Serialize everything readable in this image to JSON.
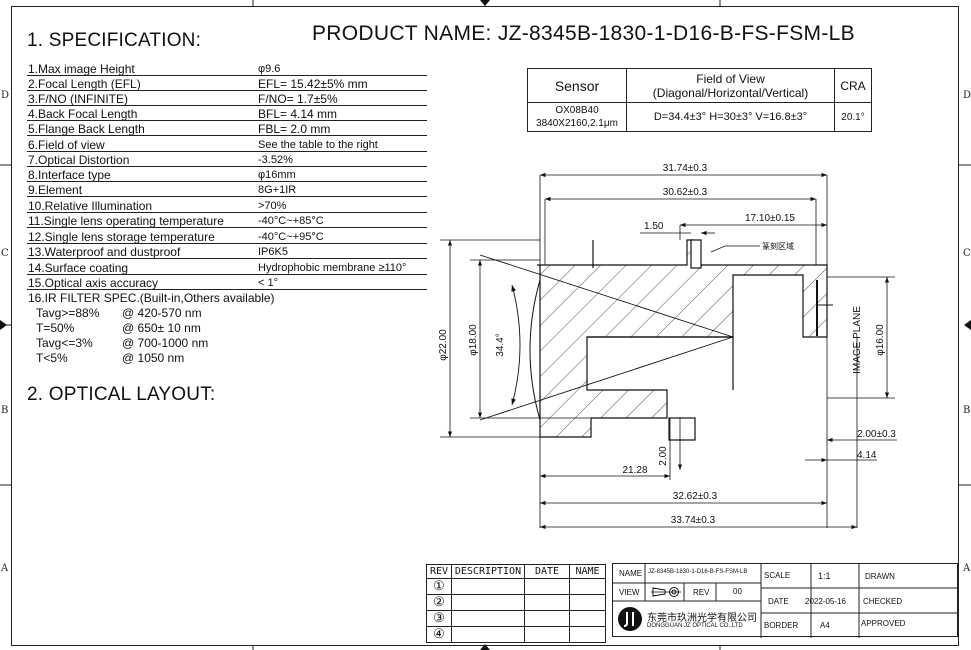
{
  "title": "PRODUCT NAME: JZ-8345B-1830-1-D16-B-FS-FSM-LB",
  "section1": "1. SPECIFICATION:",
  "section2": "2. OPTICAL LAYOUT:",
  "zones": {
    "d": "D",
    "c": "C",
    "b": "B",
    "a": "A"
  },
  "specs": [
    {
      "label": "1.Max image Height",
      "value": "φ9.6"
    },
    {
      "label": "2.Focal Length (EFL)",
      "value": "EFL= 15.42±5% mm"
    },
    {
      "label": "3.F/NO (INFINITE)",
      "value": "F/NO= 1.7±5%"
    },
    {
      "label": "4.Back Focal Length",
      "value": "BFL= 4.14 mm"
    },
    {
      "label": "5.Flange Back Length",
      "value": "FBL= 2.0 mm"
    },
    {
      "label": "6.Field of view",
      "value": "See the table to the right"
    },
    {
      "label": "7.Optical Distortion",
      "value": "-3.52%"
    },
    {
      "label": "8.Interface type",
      "value": "φ16mm"
    },
    {
      "label": "9.Element",
      "value": "8G+1IR"
    },
    {
      "label": "10.Relative Illumination",
      "value": ">70%"
    },
    {
      "label": "11.Single lens operating temperature",
      "value": "-40°C~+85°C"
    },
    {
      "label": "12.Single lens storage temperature",
      "value": "-40°C~+95°C"
    },
    {
      "label": "13.Waterproof and dustproof",
      "value": "IP6K5"
    },
    {
      "label": "14.Surface coating",
      "value": "Hydrophobic membrane ≥110°"
    },
    {
      "label": "15.Optical axis accuracy",
      "value": "< 1°"
    }
  ],
  "ir": {
    "heading": "16.IR FILTER SPEC.(Built-in,Others available)",
    "rows": [
      {
        "a": "Tavg>=88%",
        "b": "@ 420-570 nm"
      },
      {
        "a": "T=50%",
        "b": "@ 650± 10 nm"
      },
      {
        "a": "Tavg<=3%",
        "b": "@ 700-1000 nm"
      },
      {
        "a": "T<5%",
        "b": "@ 1050 nm"
      }
    ]
  },
  "fov_table": {
    "h_sensor": "Sensor",
    "h_fov1": "Field of View",
    "h_fov2": "(Diagonal/Horizontal/Vertical)",
    "h_cra": "CRA",
    "sensor1": "OX08B40",
    "sensor2": "3840X2160,2.1μm",
    "fov": "D=34.4±3°  H=30±3°  V=16.8±3°",
    "cra": "20.1°"
  },
  "drawing": {
    "d1": "31.74±0.3",
    "d2": "30.62±0.3",
    "d3": "17.10±0.15",
    "d4": "1.50",
    "note": "篆刻区域",
    "d5": "φ22.00",
    "d6": "φ18.00",
    "d7": "34.4°",
    "d8": "φ16.00",
    "plane": "IMAGE PLANE",
    "d9": "2.00±0.3",
    "d10": "4.14",
    "d11": "2.00",
    "d12": "21.28",
    "d13": "32.62±0.3",
    "d14": "33.74±0.3"
  },
  "rev": {
    "headers": [
      "REV",
      "DESCRIPTION",
      "DATE",
      "NAME"
    ],
    "rows": [
      "①",
      "②",
      "③",
      "④"
    ]
  },
  "titleblock": {
    "name_label": "NAME",
    "name_value": "JZ-8345B-1830-1-D16-B-FS-FSM-LB",
    "view_label": "VIEW",
    "rev_label": "REV",
    "rev_value": "00",
    "company_cn": "东莞市玖洲光学有限公司",
    "company_en": "DONGGUAN JZ OPTICAL CO.,LTD",
    "scale_label": "SCALE",
    "scale_value": "1:1",
    "date_label": "DATE",
    "date_value": "2022-05-16",
    "border_label": "BORDER",
    "border_value": "A4",
    "drawn": "DRAWN",
    "checked": "CHECKED",
    "approved": "APPROVED"
  }
}
